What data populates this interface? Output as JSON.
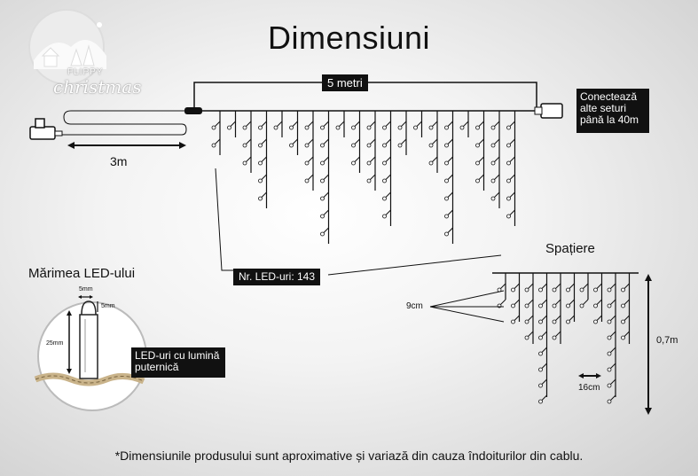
{
  "logo": {
    "line1": "FLIPPY",
    "line2": "christmas"
  },
  "title": "Dimensiuni",
  "length_label": "5 metri",
  "connect_note": [
    "Conectează",
    "alte seturi",
    "până la 40m"
  ],
  "cable_label": "3m",
  "led_count_label": "Nr. LED-uri: 143",
  "spacing": {
    "title": "Spațiere",
    "label_9cm": "9cm",
    "label_16cm": "16cm",
    "height_label": "0,7m"
  },
  "led_size": {
    "title": "Mărimea LED-ului",
    "width_label": "5mm",
    "bulb_label": "5mm",
    "height_label": "25mm",
    "note": [
      "LED-uri cu lumină",
      "puternică"
    ]
  },
  "footer": "*Dimensiunile produsului sunt aproximative și variază din cauza îndoiturilor din cablu."
}
